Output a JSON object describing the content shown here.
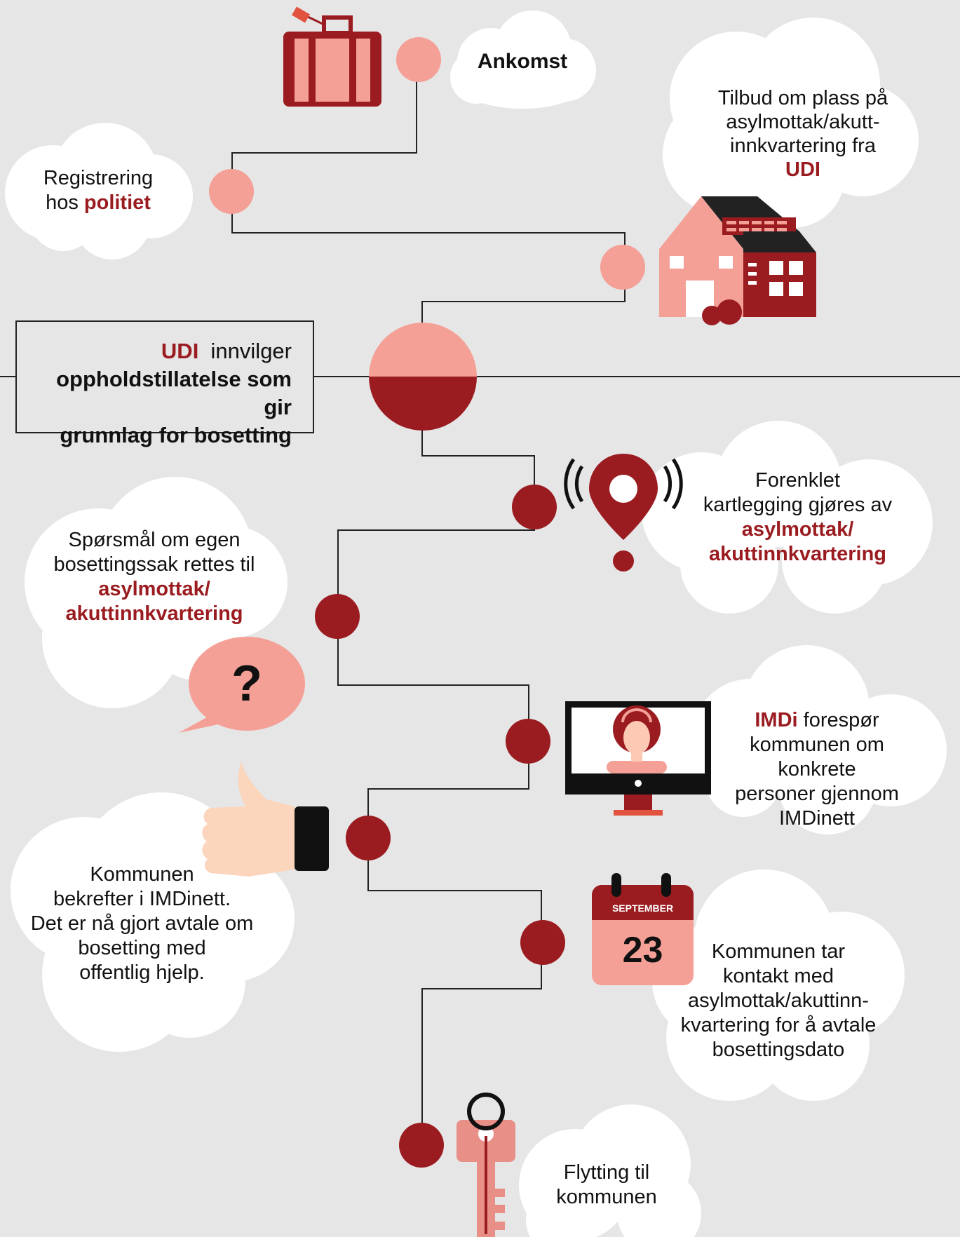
{
  "steps": {
    "arrival": {
      "label": "Ankomst"
    },
    "police": {
      "line1": "Registrering",
      "line2_prefix": "hos ",
      "line2_highlight": "politiet"
    },
    "udi_offer": {
      "line1": "Tilbud om plass på",
      "line2": "asylmottak/akutt-",
      "line3": "innkvartering fra",
      "highlight": "UDI"
    },
    "udi_permit": {
      "highlight": "UDI",
      "line1_suffix": "innvilger",
      "line2": "oppholdstillatelse som gir",
      "line3": "grunnlag for bosetting"
    },
    "mapping": {
      "line1": "Forenklet",
      "line2": "kartlegging gjøres av",
      "highlight1": "asylmottak/",
      "highlight2": "akuttinnkvartering"
    },
    "questions": {
      "line1": "Spørsmål om egen",
      "line2": "bosettingssak rettes til",
      "highlight1": "asylmottak/",
      "highlight2": "akuttinnkvartering"
    },
    "imdi_request": {
      "highlight": "IMDi",
      "line1_suffix": " forespør",
      "line2": "kommunen om konkrete",
      "line3": "personer gjennom",
      "line4": "IMDinett"
    },
    "confirm": {
      "line1": "Kommunen",
      "line2": "bekrefter i IMDinett.",
      "line3": "Det er nå gjort avtale om",
      "line4": "bosetting med",
      "line5": "offentlig hjelp."
    },
    "contact": {
      "line1": "Kommunen tar",
      "line2": "kontakt med",
      "line3": "asylmottak/akuttinn-",
      "line4": "kvartering for å avtale",
      "line5": "bosettingsdato"
    },
    "move": {
      "line1": "Flytting til",
      "line2": "kommunen"
    }
  },
  "calendar": {
    "month": "SEPTEMBER",
    "day": "23"
  },
  "question_mark": "?",
  "icons": [
    "suitcase-icon",
    "house-icon",
    "map-pin-icon",
    "speech-bubble-icon",
    "monitor-person-icon",
    "thumbs-up-icon",
    "calendar-icon",
    "key-icon"
  ],
  "colors": {
    "light": "#f4a097",
    "dark": "#9b1c20",
    "background": "#e6e6e6",
    "cloud": "#ffffff"
  }
}
